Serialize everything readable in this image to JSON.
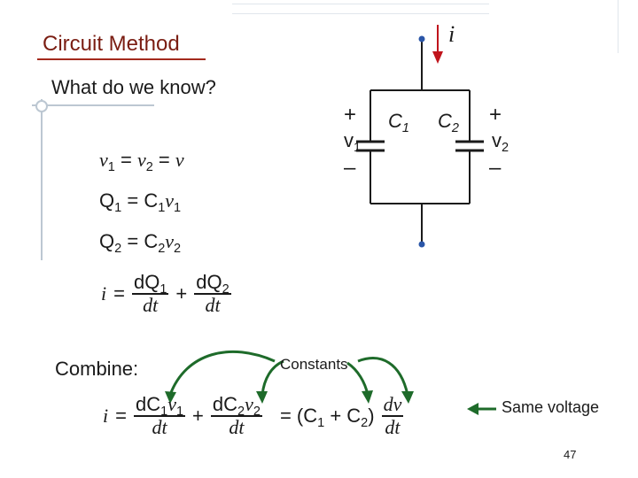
{
  "slide": {
    "title": "Circuit Method",
    "question": "What do we know?",
    "combine_label": "Combine:",
    "constants_label": "Constants",
    "same_voltage_label": "Same voltage",
    "page_number": "47"
  },
  "circuit": {
    "current_label": "i",
    "plus_sign": "+",
    "minus_sign": "–",
    "v1": {
      "sym": "v",
      "sub": "1"
    },
    "v2": {
      "sym": "v",
      "sub": "2"
    },
    "c1": {
      "sym": "C",
      "sub": "1"
    },
    "c2": {
      "sym": "C",
      "sub": "2"
    }
  },
  "equations": {
    "voltage_equality": {
      "v": "v",
      "s1": "1",
      "eq1": "=",
      "s2": "2",
      "eq2": "=",
      "rhs": "v"
    },
    "q1": {
      "lhs": "Q",
      "sub": "1",
      "eq": "=",
      "c": "C",
      "csub": "1",
      "v": "v",
      "vsub": "1"
    },
    "q2": {
      "lhs": "Q",
      "sub": "2",
      "eq": "=",
      "c": "C",
      "csub": "2",
      "v": "v",
      "vsub": "2"
    },
    "current_sum": {
      "lhs": "i",
      "eq": "=",
      "t1_num": "dQ",
      "t1_num_sub": "1",
      "den": "dt",
      "plus": "+",
      "t2_num": "dQ",
      "t2_num_sub": "2"
    },
    "combined": {
      "lhs": "i",
      "eq": "=",
      "t1_num_a": "dC",
      "t1_num_a_sub": "1",
      "t1_num_b": "v",
      "t1_num_b_sub": "1",
      "den": "dt",
      "plus": "+",
      "t2_num_a": "dC",
      "t2_num_a_sub": "2",
      "t2_num_b": "v",
      "t2_num_b_sub": "2",
      "eq2": "= (C",
      "c1sub": "1",
      "mid": " + C",
      "c2sub": "2",
      "close": ")",
      "dv": "dv",
      "dt2": "dt"
    }
  },
  "colors": {
    "title": "#7a1d12",
    "arrow_red": "#c0141c",
    "arrow_green": "#1e6b2a",
    "wire_blue": "#2b56a8"
  }
}
